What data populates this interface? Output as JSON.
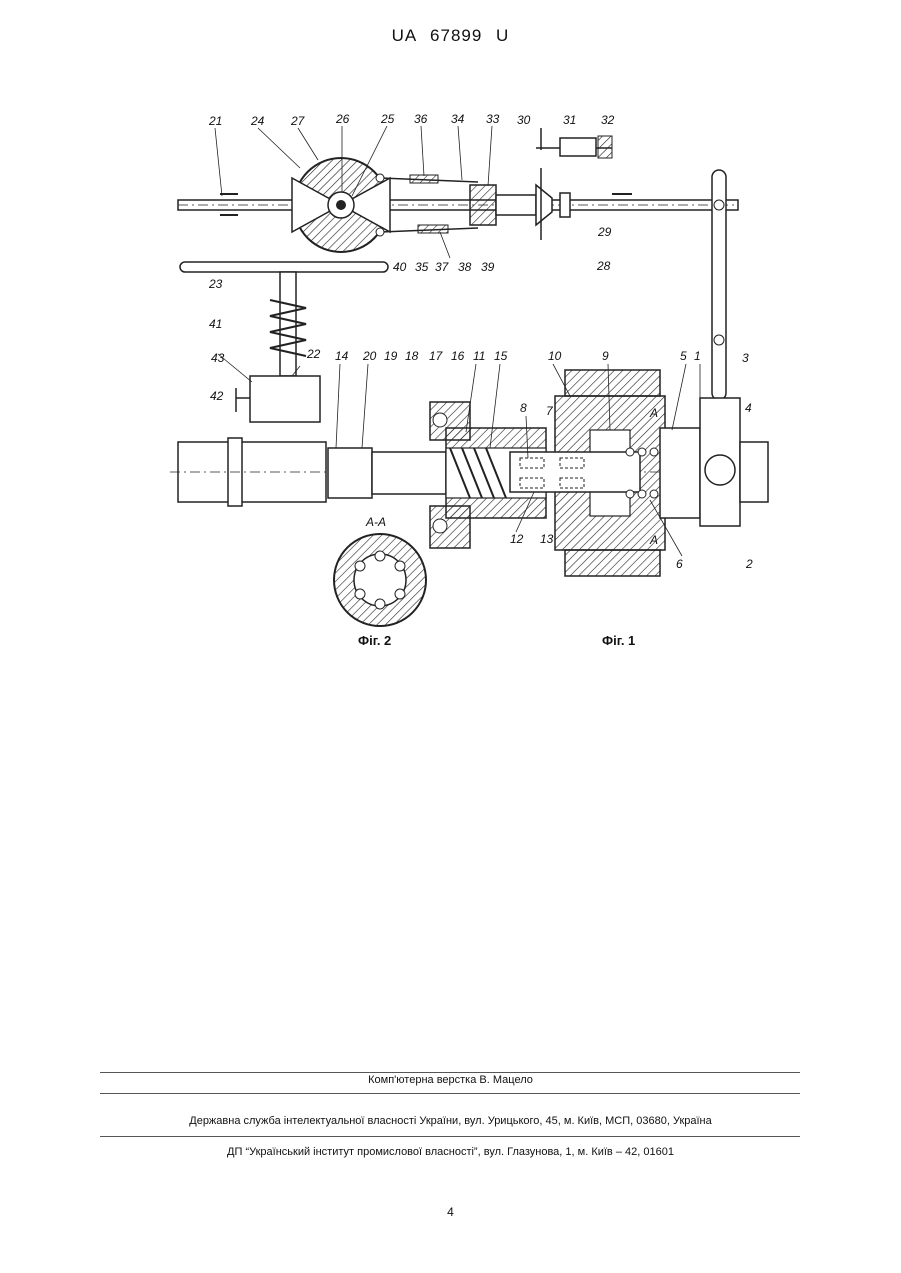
{
  "header": {
    "doc_number": "UA   67899   U"
  },
  "figures": {
    "fig1_caption": "Фіг. 1",
    "fig2_caption": "Фіг. 2",
    "section_label": "А-А",
    "labels": [
      "21",
      "24",
      "27",
      "26",
      "25",
      "36",
      "34",
      "33",
      "30",
      "31",
      "32",
      "29",
      "28",
      "40",
      "35",
      "37",
      "38",
      "39",
      "23",
      "41",
      "22",
      "43",
      "42",
      "14",
      "20",
      "19",
      "18",
      "17",
      "16",
      "11",
      "15",
      "10",
      "9",
      "5",
      "1",
      "3",
      "4",
      "8",
      "7",
      "12",
      "13",
      "6",
      "2",
      "A",
      "A"
    ]
  },
  "footer": {
    "composer": "Комп'ютерна верстка В. Мацело",
    "agency": "Державна служба інтелектуальної власності України, вул. Урицького, 45, м. Київ, МСП, 03680, Україна",
    "institute": "ДП “Український інститут промислової власності”, вул. Глазунова, 1, м. Київ – 42, 01601"
  },
  "page_number": "4"
}
